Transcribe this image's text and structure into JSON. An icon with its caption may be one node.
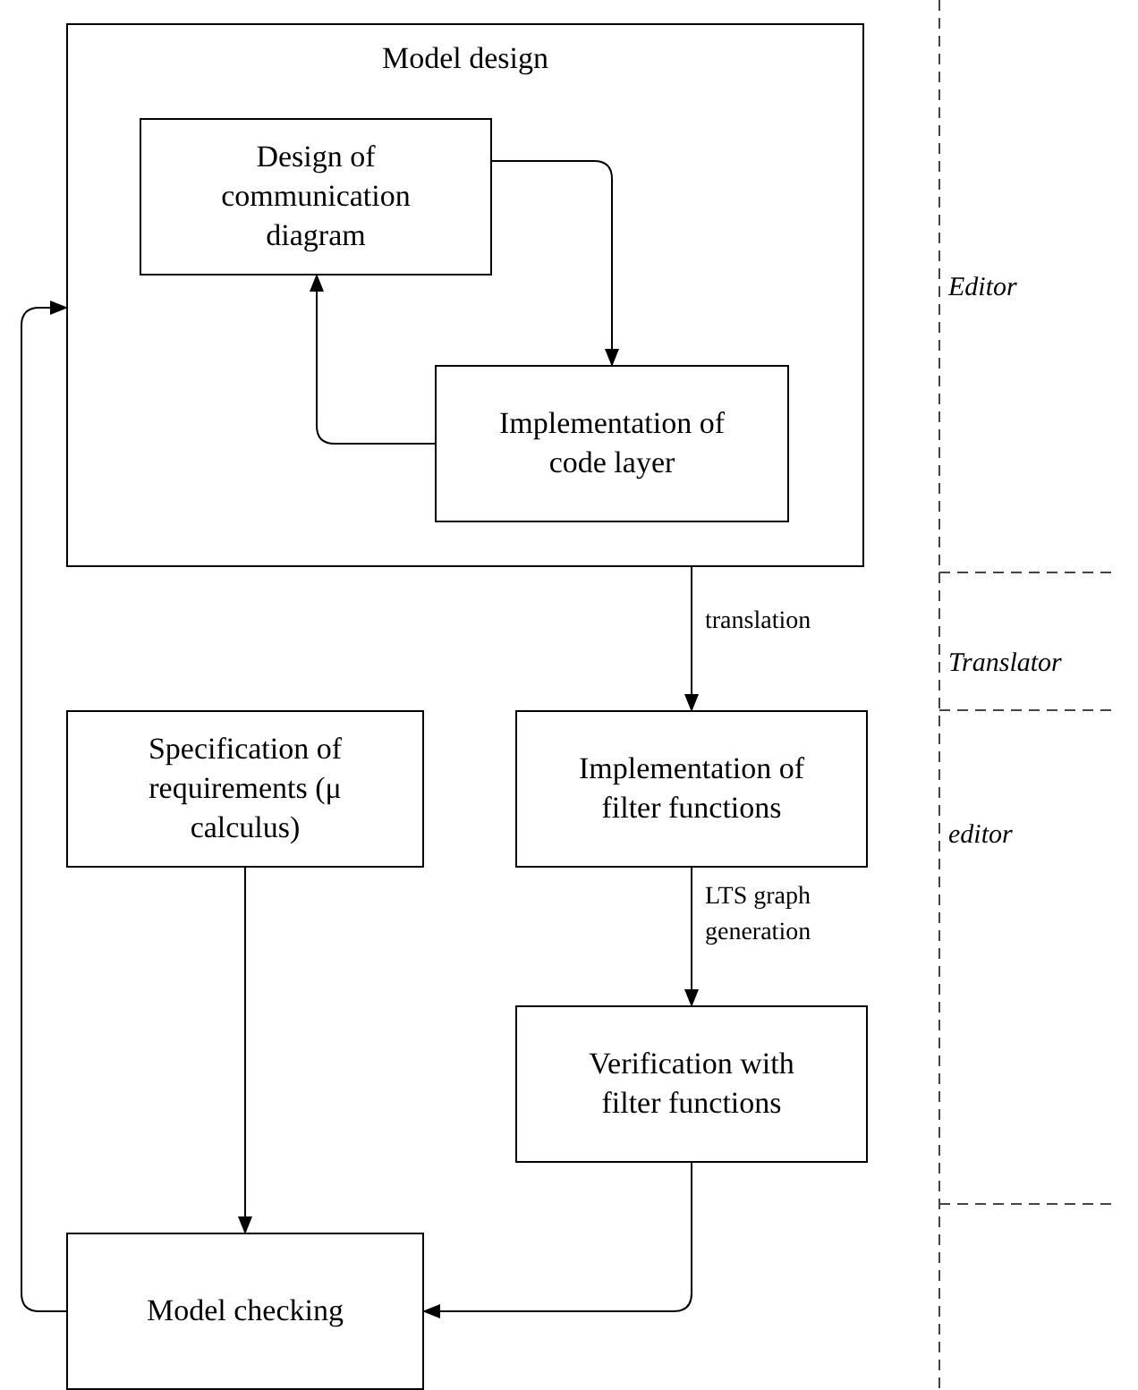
{
  "diagram": {
    "nodes": [
      {
        "text": [
          "Model design"
        ]
      },
      {
        "text": [
          "Design of communication diagram"
        ],
        "in": 0
      },
      {
        "text": [
          "Implementation of code layer"
        ],
        "in": 0
      },
      {
        "text": [
          "Specification of requirements (μ calculus)"
        ]
      },
      {
        "text": [
          "Implementation of filter functions"
        ]
      },
      {
        "text": [
          "Verification with filter functions"
        ]
      },
      {
        "text": [
          "Model checking"
        ]
      }
    ],
    "edges": [
      {
        "from": 1,
        "to": 2,
        "arrow": "to"
      },
      {
        "from": 2,
        "to": 1,
        "arrow": "to"
      },
      {
        "from": 0,
        "to": 4,
        "arrow": "to",
        "label": "translation"
      },
      {
        "from": 4,
        "to": 5,
        "arrow": "to",
        "label": "LTS graph generation"
      },
      {
        "from": 3,
        "to": 6,
        "arrow": "to"
      },
      {
        "from": 5,
        "to": 6,
        "arrow": "to"
      },
      {
        "from": 6,
        "to": 0,
        "arrow": "to"
      }
    ],
    "labels": [
      "Editor",
      "Translator",
      "editor"
    ]
  }
}
